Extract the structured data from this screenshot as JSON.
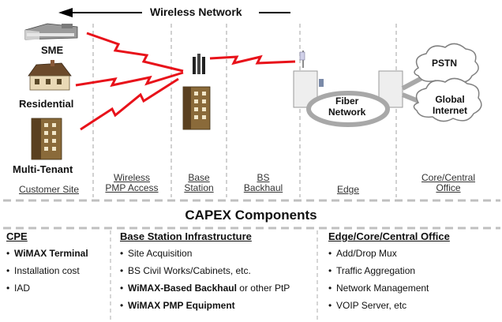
{
  "top": {
    "title": "Wireless Network"
  },
  "sites": {
    "sme": "SME",
    "residential": "Residential",
    "multi_tenant": "Multi-Tenant"
  },
  "clouds": {
    "fiber": "Fiber\nNetwork",
    "pstn": "PSTN",
    "global_internet": "Global\nInternet"
  },
  "zones": [
    {
      "label": "Customer Site"
    },
    {
      "label": "Wireless\nPMP Access"
    },
    {
      "label": "Base\nStation"
    },
    {
      "label": "BS\nBackhaul"
    },
    {
      "label": "Edge"
    },
    {
      "label": "Core/Central\nOffice"
    }
  ],
  "capex": {
    "title": "CAPEX Components",
    "cpe": {
      "header": "CPE",
      "items": [
        {
          "text": "WiMAX Terminal",
          "bold": true
        },
        {
          "text": "Installation cost",
          "bold": false
        },
        {
          "text": "IAD",
          "bold": false
        }
      ]
    },
    "bsi": {
      "header": "Base Station Infrastructure",
      "items": [
        {
          "text": "Site Acquisition",
          "bold": false
        },
        {
          "text": "BS Civil Works/Cabinets, etc.",
          "bold": false
        },
        {
          "text": "WiMAX-Based Backhaul",
          "bold": true,
          "suffix": " or other PtP"
        },
        {
          "text": "WiMAX PMP Equipment",
          "bold": true
        }
      ]
    },
    "edge": {
      "header": "Edge/Core/Central Office",
      "items": [
        {
          "text": "Add/Drop Mux",
          "bold": false
        },
        {
          "text": "Traffic Aggregation",
          "bold": false
        },
        {
          "text": "Network Management",
          "bold": false
        },
        {
          "text": "VOIP Server, etc",
          "bold": false
        }
      ]
    }
  },
  "colors": {
    "wireless": "#e8121a",
    "divider": "#b8b8b8",
    "cloud_stroke": "#808080",
    "link": "#a8a8a8"
  }
}
